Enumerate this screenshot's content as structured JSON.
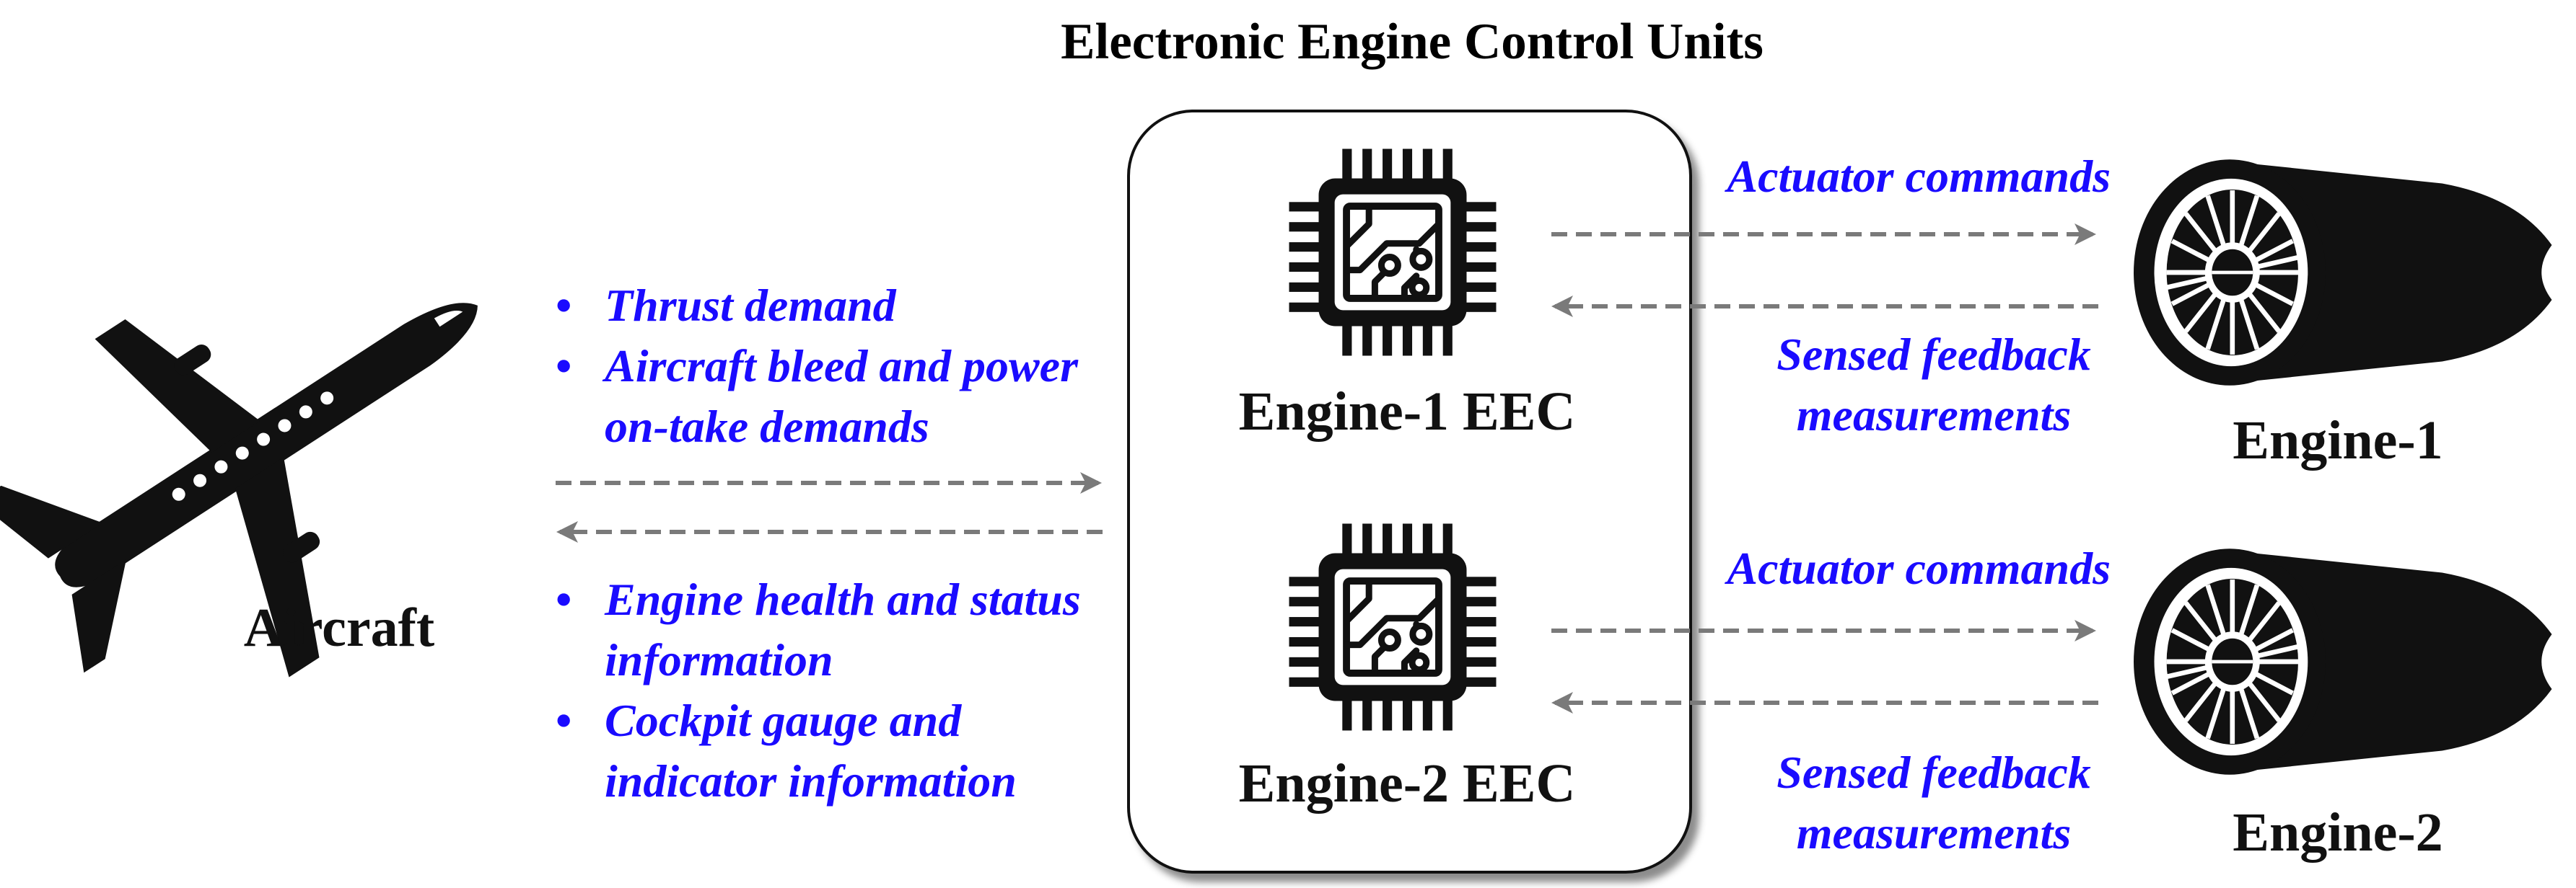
{
  "title": "Electronic Engine Control Units",
  "aircraft": {
    "label": "Aircraft",
    "icon": "airplane-icon"
  },
  "aircraft_to_eec": {
    "to_eec_items": [
      "Thrust demand",
      [
        "Aircraft bleed and power",
        "on-take demands"
      ]
    ],
    "from_eec_items": [
      [
        "Engine health and status",
        "information"
      ],
      [
        "Cockpit gauge and",
        "indicator information"
      ]
    ]
  },
  "ecus": [
    {
      "label": "Engine-1 EEC",
      "icon": "chip-icon"
    },
    {
      "label": "Engine-2 EEC",
      "icon": "chip-icon"
    }
  ],
  "engine_links": [
    {
      "command": "Actuator commands",
      "feedback": [
        "Sensed feedback",
        "measurements"
      ]
    },
    {
      "command": "Actuator commands",
      "feedback": [
        "Sensed feedback",
        "measurements"
      ]
    }
  ],
  "engines": [
    {
      "label": "Engine-1",
      "icon": "jet-engine-icon"
    },
    {
      "label": "Engine-2",
      "icon": "jet-engine-icon"
    }
  ],
  "colors": {
    "text_blue": "#1a0bff",
    "arrow_gray": "#7a7a7a",
    "line": "#111111"
  }
}
